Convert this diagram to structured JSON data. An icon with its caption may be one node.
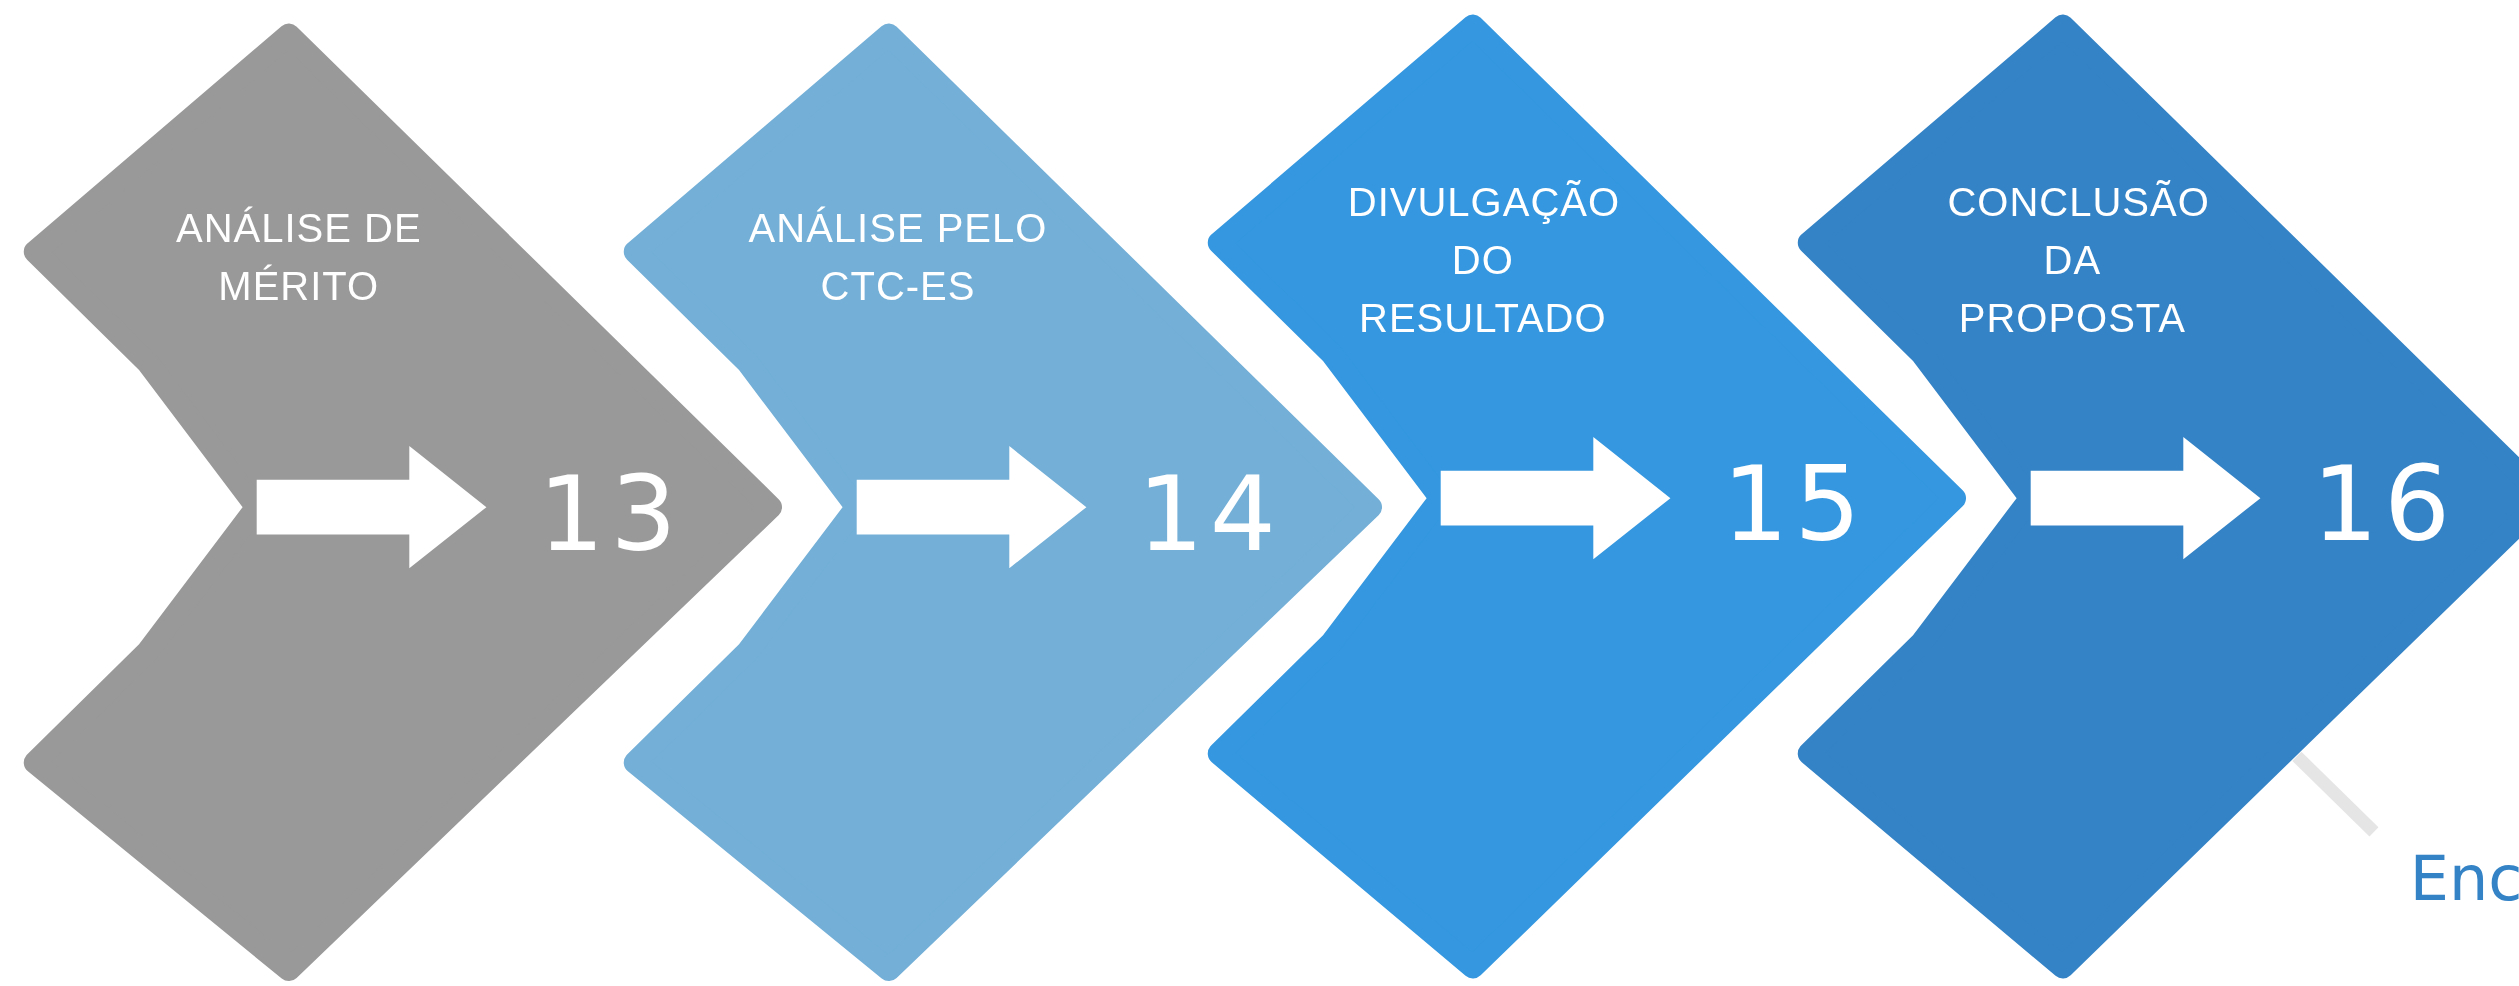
{
  "diagram": {
    "nodes": [
      {
        "text": [
          "ANÁLISE DE MÉRITO",
          "13"
        ]
      },
      {
        "text": [
          "ANÁLISE PELO CTC-ES",
          "14"
        ]
      },
      {
        "text": [
          "DIVULGAÇÃO DO RESULTADO",
          "15"
        ]
      },
      {
        "text": [
          "CONCLUSÃO DA PROPOSTA",
          "16"
        ]
      }
    ],
    "labels": [
      "Enc"
    ]
  }
}
